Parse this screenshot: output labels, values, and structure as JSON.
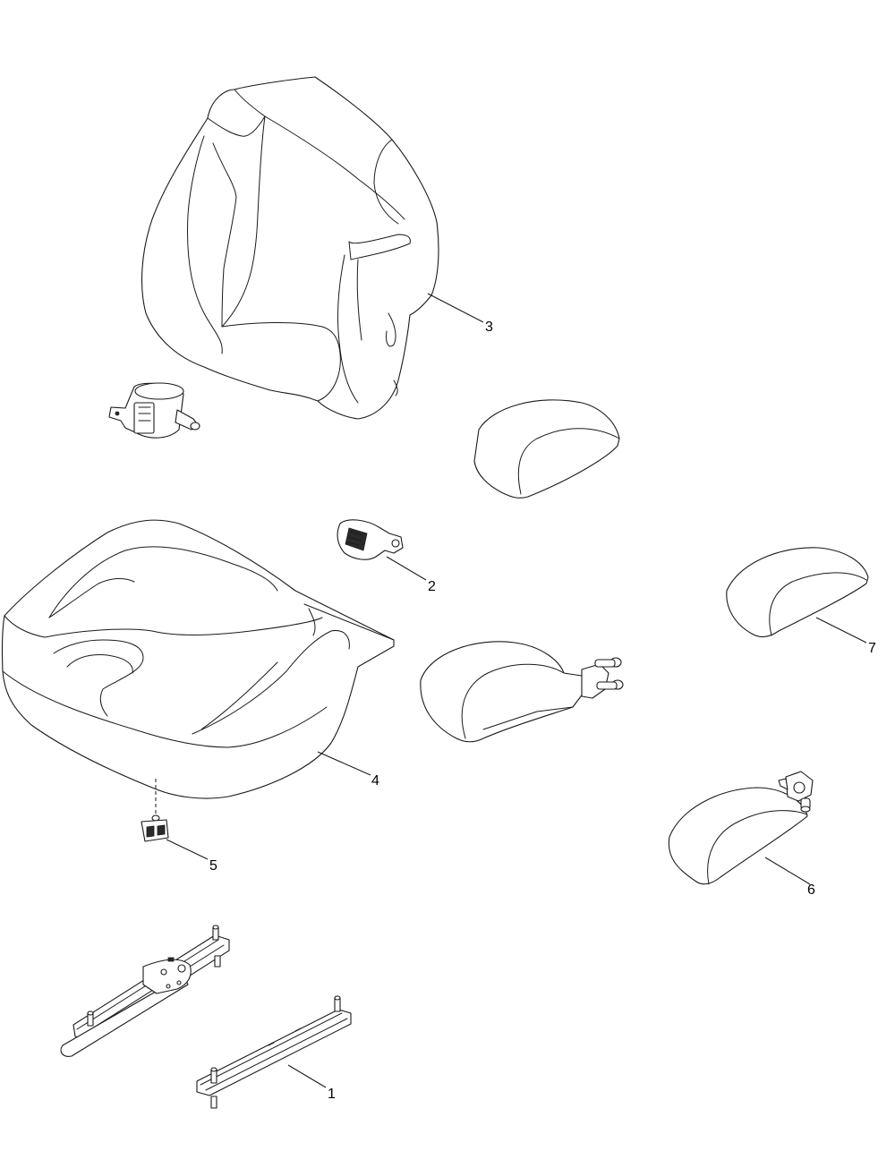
{
  "callouts": [
    {
      "id": "1",
      "label": "1",
      "part": "seat-rail"
    },
    {
      "id": "2",
      "label": "2",
      "part": "seat-belt-buckle"
    },
    {
      "id": "3",
      "label": "3",
      "part": "seat-back-cushion"
    },
    {
      "id": "4",
      "label": "4",
      "part": "seat-bottom-cushion"
    },
    {
      "id": "5",
      "label": "5",
      "part": "seat-switch"
    },
    {
      "id": "6",
      "label": "6",
      "part": "armrest-right"
    },
    {
      "id": "7",
      "label": "7",
      "part": "armrest-pad"
    }
  ]
}
